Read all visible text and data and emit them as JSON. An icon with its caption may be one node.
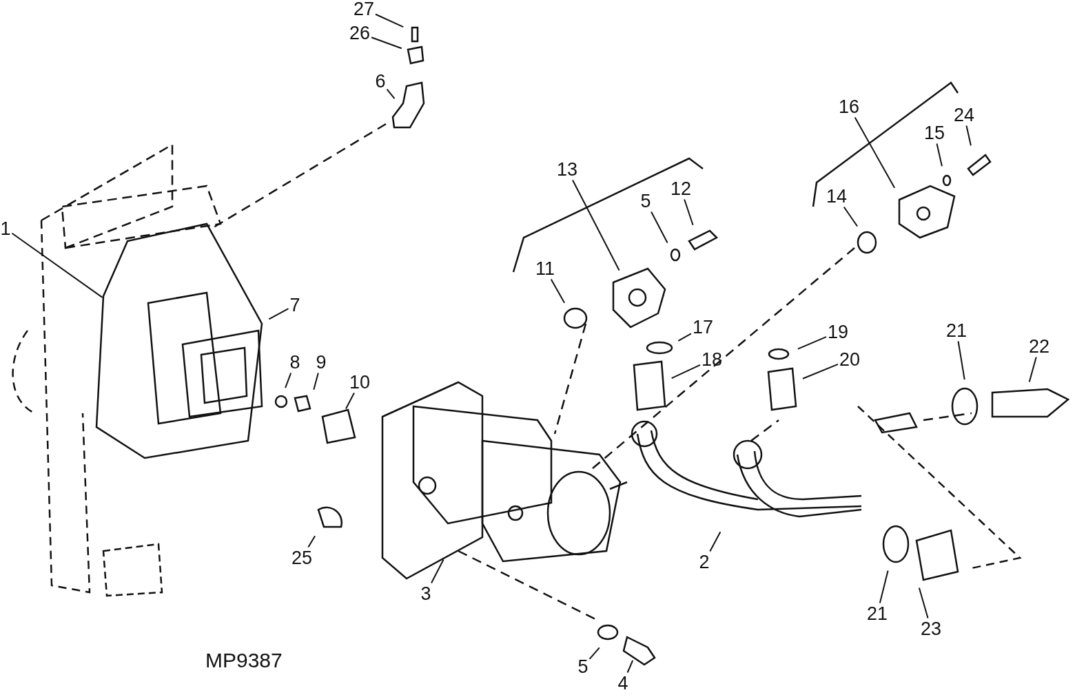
{
  "diagram": {
    "nodes": [
      {
        "text": [
          "27"
        ]
      },
      {
        "text": [
          "26"
        ]
      },
      {
        "text": [
          "6"
        ]
      },
      {
        "text": [
          "1"
        ]
      },
      {
        "text": [
          "7"
        ]
      },
      {
        "text": [
          "13"
        ]
      },
      {
        "text": [
          "5"
        ]
      },
      {
        "text": [
          "12"
        ]
      },
      {
        "text": [
          "16"
        ]
      },
      {
        "text": [
          "15"
        ]
      },
      {
        "text": [
          "24"
        ]
      },
      {
        "text": [
          "14"
        ]
      },
      {
        "text": [
          "11"
        ]
      },
      {
        "text": [
          "17"
        ]
      },
      {
        "text": [
          "19"
        ]
      },
      {
        "text": [
          "18"
        ]
      },
      {
        "text": [
          "20"
        ]
      },
      {
        "text": [
          "21"
        ]
      },
      {
        "text": [
          "22"
        ]
      },
      {
        "text": [
          "8"
        ]
      },
      {
        "text": [
          "9"
        ]
      },
      {
        "text": [
          "10"
        ]
      },
      {
        "text": [
          "25"
        ]
      },
      {
        "text": [
          "3"
        ]
      },
      {
        "text": [
          "2"
        ]
      },
      {
        "text": [
          "21"
        ]
      },
      {
        "text": [
          "23"
        ]
      },
      {
        "text": [
          "5"
        ]
      },
      {
        "text": [
          "4"
        ]
      }
    ],
    "edges": [
      {
        "from": 0,
        "to": null,
        "arrow": "none"
      },
      {
        "from": 1,
        "to": null,
        "arrow": "none"
      },
      {
        "from": 2,
        "to": null,
        "arrow": "none"
      },
      {
        "from": 3,
        "to": null,
        "arrow": "none"
      },
      {
        "from": 4,
        "to": null,
        "arrow": "none"
      },
      {
        "from": 5,
        "to": null,
        "arrow": "none"
      },
      {
        "from": 6,
        "to": null,
        "arrow": "none"
      },
      {
        "from": 7,
        "to": null,
        "arrow": "none"
      },
      {
        "from": 8,
        "to": null,
        "arrow": "none"
      },
      {
        "from": 9,
        "to": null,
        "arrow": "none"
      },
      {
        "from": 10,
        "to": null,
        "arrow": "none"
      },
      {
        "from": 11,
        "to": null,
        "arrow": "none"
      },
      {
        "from": 12,
        "to": null,
        "arrow": "none"
      },
      {
        "from": 13,
        "to": null,
        "arrow": "none"
      },
      {
        "from": 14,
        "to": null,
        "arrow": "none"
      },
      {
        "from": 15,
        "to": null,
        "arrow": "none"
      },
      {
        "from": 16,
        "to": null,
        "arrow": "none"
      },
      {
        "from": 17,
        "to": null,
        "arrow": "none"
      },
      {
        "from": 18,
        "to": null,
        "arrow": "none"
      },
      {
        "from": 19,
        "to": null,
        "arrow": "none"
      },
      {
        "from": 20,
        "to": null,
        "arrow": "none"
      },
      {
        "from": 21,
        "to": null,
        "arrow": "none"
      },
      {
        "from": 22,
        "to": null,
        "arrow": "none"
      },
      {
        "from": 23,
        "to": null,
        "arrow": "none"
      },
      {
        "from": 24,
        "to": null,
        "arrow": "none"
      },
      {
        "from": 25,
        "to": null,
        "arrow": "none"
      },
      {
        "from": 26,
        "to": null,
        "arrow": "none"
      },
      {
        "from": 27,
        "to": null,
        "arrow": "none"
      },
      {
        "from": 28,
        "to": null,
        "arrow": "none"
      }
    ],
    "labels": [
      "MP9387"
    ]
  }
}
